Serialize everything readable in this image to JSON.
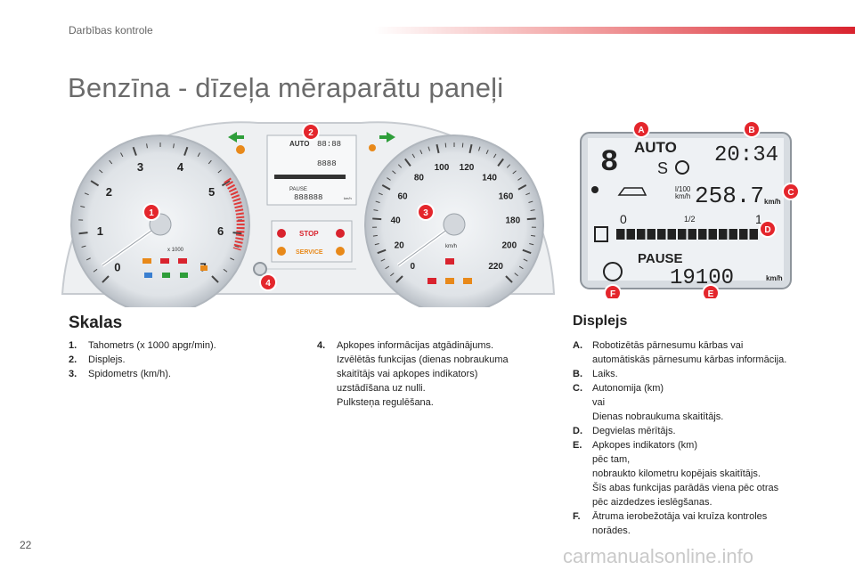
{
  "header": {
    "section": "Darbības kontrole",
    "title": "Benzīna - dīzeļa mēraparātu paneļi"
  },
  "cluster": {
    "tach_ticks": [
      "0",
      "1",
      "2",
      "3",
      "4",
      "5",
      "6",
      "7"
    ],
    "tach_unit": "x 1000",
    "speed_ticks": [
      "0",
      "20",
      "40",
      "60",
      "80",
      "100",
      "120",
      "140",
      "160",
      "180",
      "200",
      "220"
    ],
    "speed_unit": "km/h",
    "stop_label": "STOP",
    "service_label": "SERVICE",
    "mini_display": {
      "auto": "AUTO",
      "time": "88:88",
      "odo1": "8888",
      "pause": "PAUSE",
      "odo2": "888888",
      "unit": "km/h"
    },
    "callouts": [
      "1",
      "2",
      "3",
      "4"
    ]
  },
  "display": {
    "gear": "8",
    "mode": "AUTO",
    "s_label": "S",
    "time": "20:34",
    "range": "258.7",
    "range_unit": "km/h",
    "fuel_zero": "0",
    "fuel_half": "1/2",
    "fuel_full": "1",
    "pause": "PAUSE",
    "odometer": "19100",
    "odo_unit": "km/h",
    "consumption_unit_top": "l/100",
    "consumption_unit_bottom": "km/h",
    "callouts": [
      "A",
      "B",
      "C",
      "D",
      "E",
      "F"
    ]
  },
  "skalas": {
    "heading": "Skalas",
    "items": [
      {
        "key": "1.",
        "text": "Tahometrs (x 1000 apgr/min)."
      },
      {
        "key": "2.",
        "text": "Displejs."
      },
      {
        "key": "3.",
        "text": "Spidometrs (km/h)."
      }
    ],
    "item4": {
      "key": "4.",
      "lines": [
        "Apkopes informācijas atgādinājums.",
        "Izvēlētās funkcijas (dienas nobraukuma",
        "skaitītājs vai apkopes indikators)",
        "uzstādīšana uz nulli.",
        "Pulksteņa regulēšana."
      ]
    }
  },
  "displejs": {
    "heading": "Displejs",
    "items": [
      {
        "key": "A.",
        "lines": [
          "Robotizētās pārnesumu kārbas vai",
          "automātiskās pārnesumu kārbas informācija."
        ]
      },
      {
        "key": "B.",
        "lines": [
          "Laiks."
        ]
      },
      {
        "key": "C.",
        "lines": [
          "Autonomija (km)",
          "vai",
          "Dienas nobraukuma skaitītājs."
        ]
      },
      {
        "key": "D.",
        "lines": [
          "Degvielas mērītājs."
        ]
      },
      {
        "key": "E.",
        "lines": [
          "Apkopes indikators (km)",
          "pēc tam,",
          "nobraukto kilometru kopējais skaitītājs.",
          "Šīs abas funkcijas parādās viena pēc otras",
          "pēc aizdedzes ieslēgšanas."
        ]
      },
      {
        "key": "F.",
        "lines": [
          "Ātruma ierobežotāja vai kruīza kontroles",
          "norādes."
        ]
      }
    ]
  },
  "footer": {
    "page": "22",
    "watermark": "carmanualsonline.info"
  },
  "colors": {
    "accent_red": "#d9232e",
    "callout_red": "#e4262c",
    "gauge_bg": "#c8cdd3",
    "warn_green": "#2e9e3a",
    "warn_orange": "#e8891a"
  }
}
